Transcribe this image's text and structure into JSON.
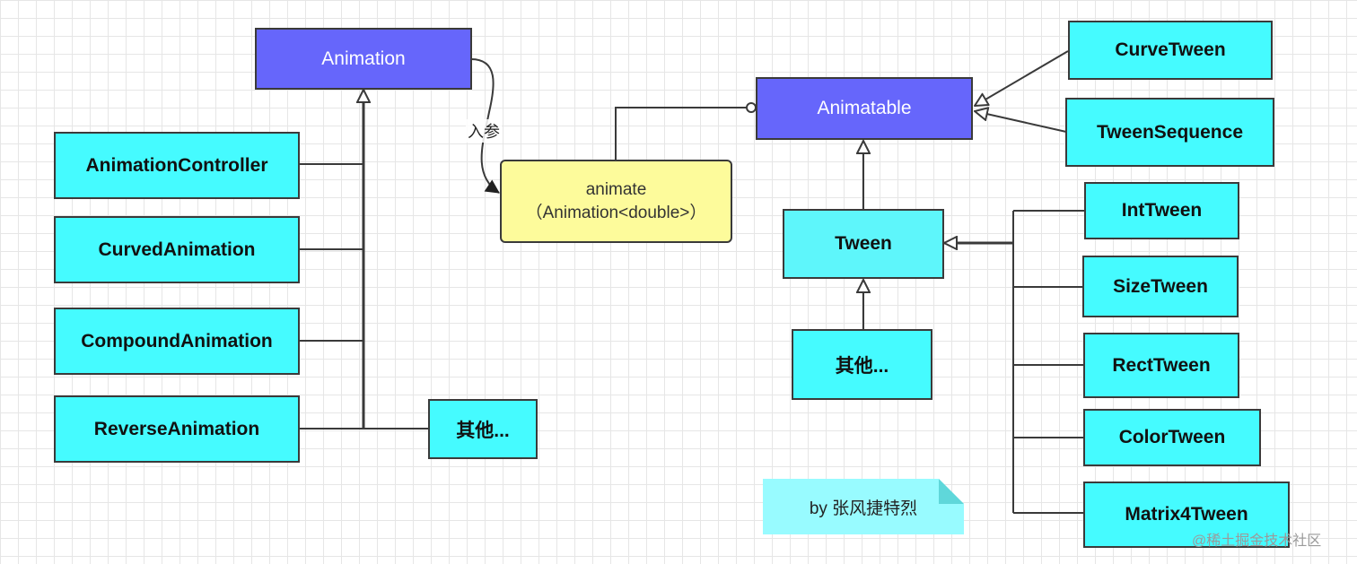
{
  "nodes": {
    "animation": "Animation",
    "animation_controller": "AnimationController",
    "curved_animation": "CurvedAnimation",
    "compound_animation": "CompoundAnimation",
    "reverse_animation": "ReverseAnimation",
    "others_left": "其他...",
    "animate_line1": "animate",
    "animate_line2": "（Animation<double>）",
    "animatable": "Animatable",
    "curve_tween": "CurveTween",
    "tween_sequence": "TweenSequence",
    "tween": "Tween",
    "others_right": "其他...",
    "int_tween": "IntTween",
    "size_tween": "SizeTween",
    "rect_tween": "RectTween",
    "color_tween": "ColorTween",
    "matrix4_tween": "Matrix4Tween"
  },
  "edge_label": "入参",
  "note": "by 张风捷特烈",
  "watermark": "@稀土掘金技术社区",
  "colors": {
    "purple_node": "#6666fb",
    "cyan_node": "#45fbff",
    "yellow_node": "#fdfb9b",
    "note_bg": "#98fbff",
    "line": "#3a3a3a"
  }
}
